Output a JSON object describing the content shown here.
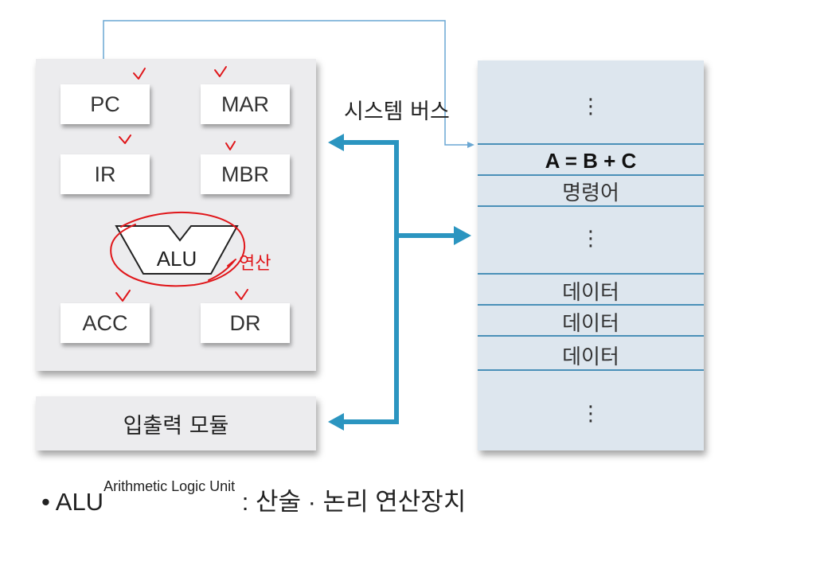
{
  "cpu": {
    "registers": {
      "pc": "PC",
      "mar": "MAR",
      "ir": "IR",
      "mbr": "MBR",
      "acc": "ACC",
      "dr": "DR"
    },
    "alu": "ALU"
  },
  "io_module": "입출력 모듈",
  "system_bus": "시스템 버스",
  "memory": {
    "dots": "⋮",
    "instruction_expr": "A = B + C",
    "instruction_label": "명령어",
    "data": [
      "데이터",
      "데이터",
      "데이터"
    ]
  },
  "caption": {
    "bullet": "•",
    "term": "ALU",
    "term_sup": "Arithmetic Logic Unit",
    "definition": ": 산술 · 논리 연산장치"
  },
  "handwriting": {
    "note": "연산"
  },
  "colors": {
    "bus": "#2b95c0",
    "connector": "#5aa0cc",
    "memory_bg": "#dde6ee",
    "annotation": "#e0161a"
  }
}
